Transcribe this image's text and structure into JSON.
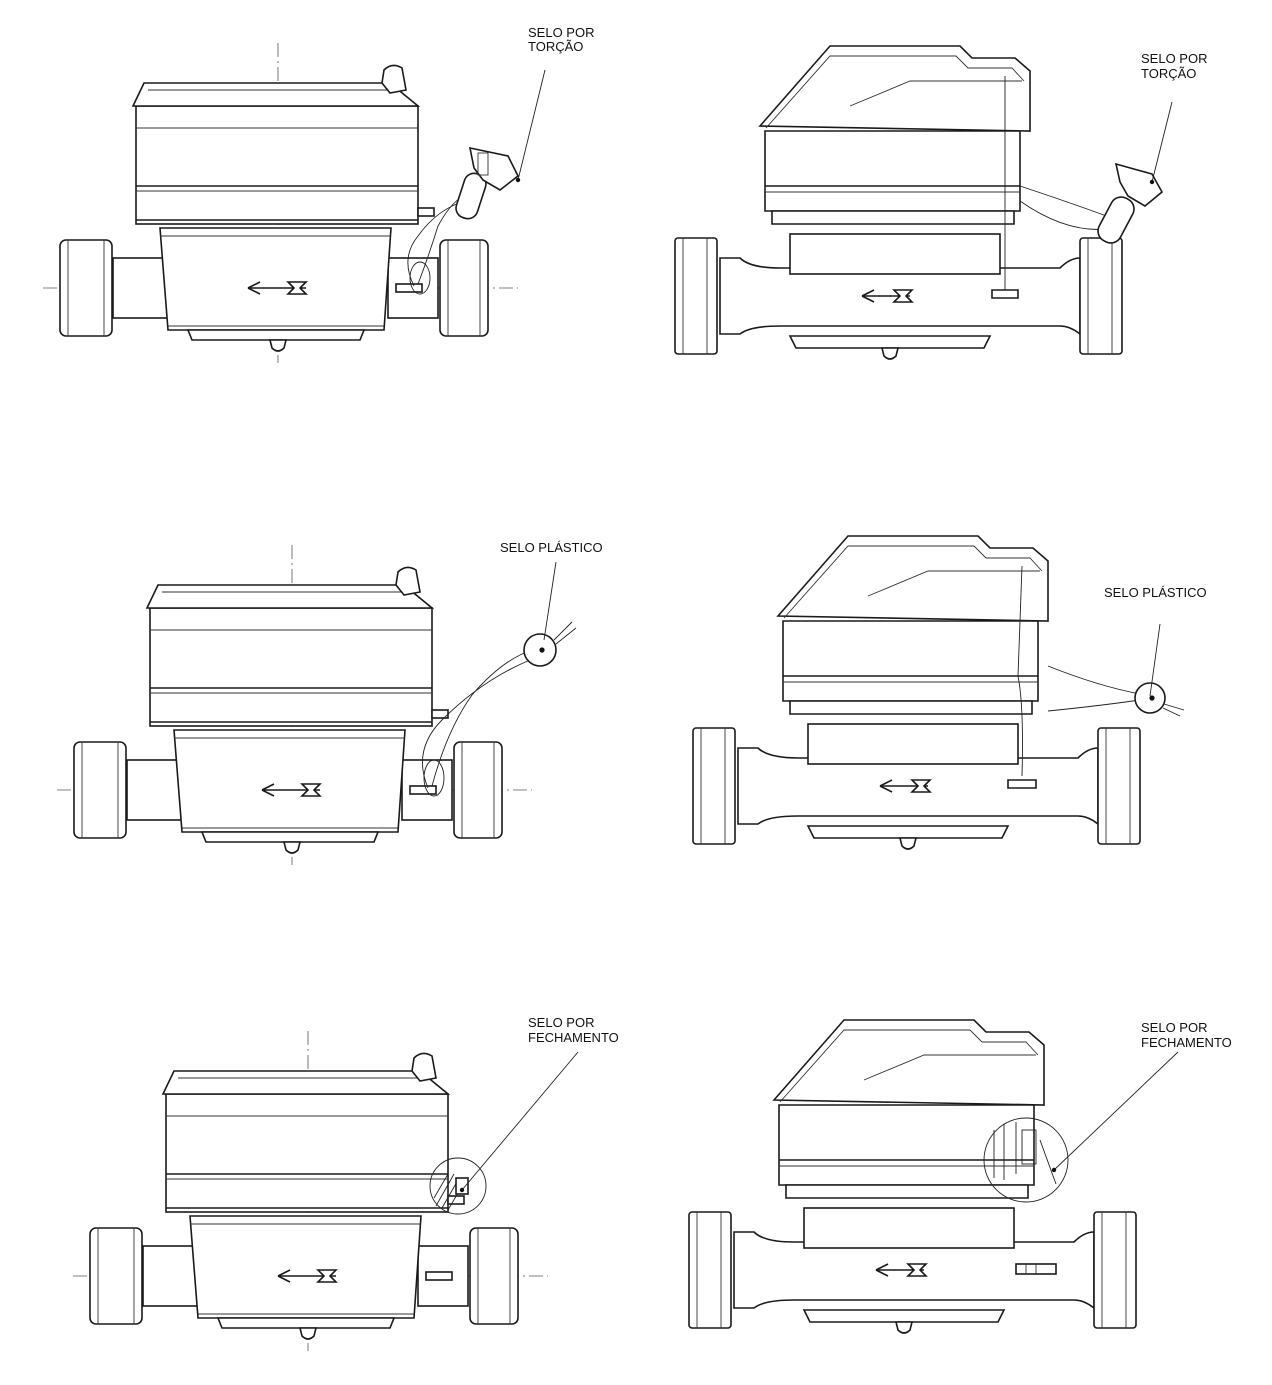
{
  "labels": {
    "twist_seal_left": [
      "SELO POR",
      "TORÇÃO"
    ],
    "twist_seal_right": [
      "SELO POR",
      "TORÇÃO"
    ],
    "plastic_seal_left": "SELO PLÁSTICO",
    "plastic_seal_right": "SELO PLÁSTICO",
    "closure_seal_left": [
      "SELO POR",
      "FECHAMENTO"
    ],
    "closure_seal_right": [
      "SELO POR",
      "FECHAMENTO"
    ]
  },
  "icons": {
    "flow_arrow": "flow-direction-arrow",
    "meter_front": "water-meter-front-view",
    "meter_side": "water-meter-side-view"
  },
  "colors": {
    "line": "#1a1a1a",
    "background": "#ffffff"
  }
}
